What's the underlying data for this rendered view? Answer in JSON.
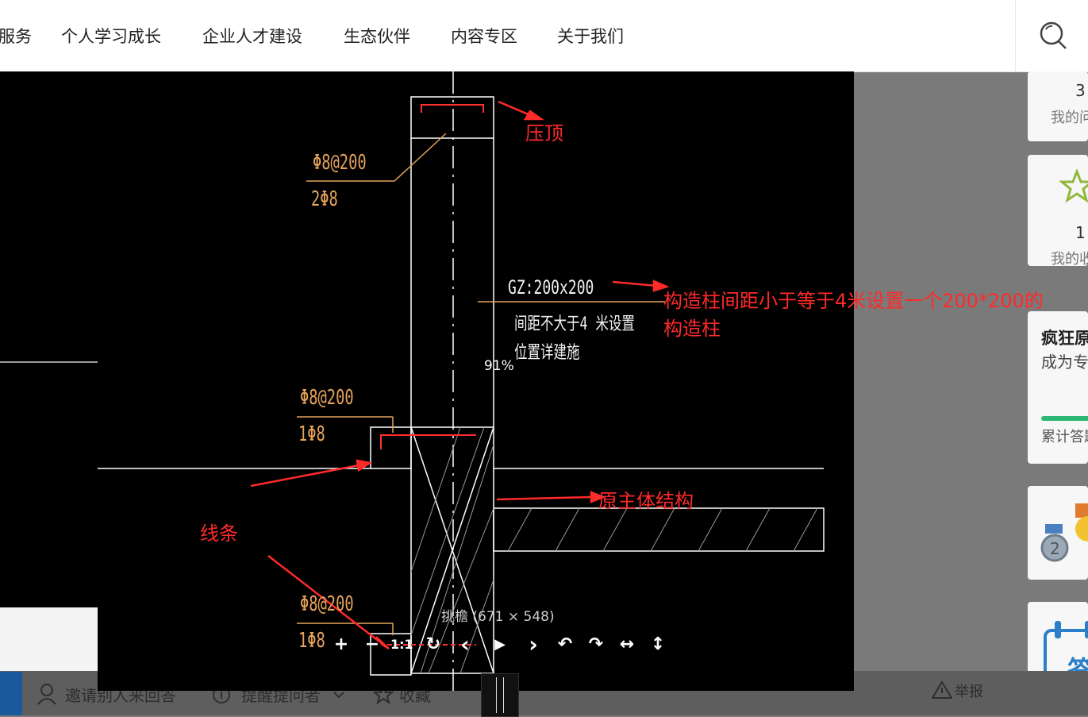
{
  "nav": {
    "items": [
      "服务",
      "个人学习成长",
      "企业人才建设",
      "生态伙伴",
      "内容专区",
      "关于我们"
    ]
  },
  "sidebar": {
    "stat1_value": "3",
    "stat1_label": "我的问",
    "stat2_value": "1",
    "stat2_label": "我的收",
    "profile_title": "疯狂原",
    "profile_sub": "成为专",
    "progress_label": "累计答题",
    "calendar_glyph": "签"
  },
  "bottom": {
    "invite": "邀请别人来回答",
    "remind": "提醒提问者",
    "collect": "收藏",
    "report": "举报"
  },
  "viewer": {
    "zoom": "91%",
    "caption": "挑檐 (671 × 548)",
    "tools": {
      "zoom_in": "+",
      "zoom_out": "−",
      "one_to_one": "1:1",
      "reset": "↻",
      "prev": "‹",
      "play": "▶",
      "next": "›",
      "rotate_left": "↶",
      "rotate_right": "↷",
      "flip_h": "↔",
      "flip_v": "↕"
    }
  },
  "drawing": {
    "ann_top": "压顶",
    "ann_gz_line1": "构造柱间距小于等于4米设置一个200*200的",
    "ann_gz_line2": "构造柱",
    "ann_main": "原主体结构",
    "ann_line": "线条",
    "cad_rebar1": "Φ8@200",
    "cad_rebar1b": "2Φ8",
    "cad_gz": "GZ:200x200",
    "cad_gz_note1": "间距不大于4 米设置",
    "cad_gz_note2": "位置详建施",
    "cad_rebar2": "Φ8@200",
    "cad_rebar2b": "1Φ8",
    "cad_rebar3": "Φ8@200",
    "cad_rebar3b": "1Φ8"
  },
  "colors": {
    "annotation": "#ff2a2a",
    "cad_text": "#e6a35a",
    "cad_line": "#ffffff",
    "accent": "#2bb673"
  }
}
